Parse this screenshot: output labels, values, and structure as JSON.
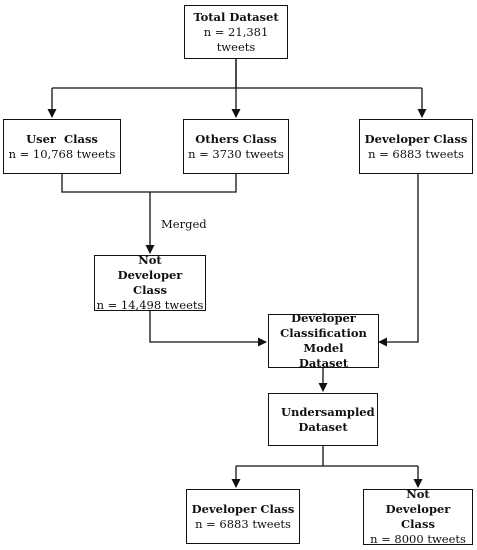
{
  "nodes": {
    "total": {
      "title": "Total Dataset",
      "sub": "n = 21,381 tweets"
    },
    "user": {
      "title": "User  Class",
      "sub": "n = 10,768 tweets"
    },
    "others": {
      "title": "Others Class",
      "sub": "n = 3730 tweets"
    },
    "developer": {
      "title": "Developer Class",
      "sub": "n = 6883 tweets"
    },
    "notdev": {
      "title": "Not Developer Class",
      "sub": "n = 14,498 tweets"
    },
    "model": {
      "title": "Developer Classification Model Dataset"
    },
    "undersampled": {
      "title": "Undersampled Dataset"
    },
    "dev_out": {
      "title": "Developer Class",
      "sub": "n = 6883 tweets"
    },
    "notdev_out": {
      "title": "Not Developer Class",
      "sub": "n = 8000 tweets"
    }
  },
  "edges": {
    "merged_label": "Merged"
  }
}
